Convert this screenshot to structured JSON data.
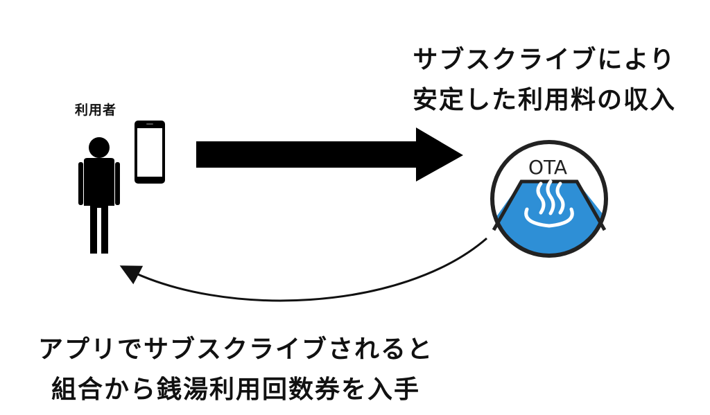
{
  "user": {
    "label": "利用者"
  },
  "headline": {
    "line1": "サブスクライブにより",
    "line2": "安定した利用料の収入"
  },
  "logo": {
    "text": "OTA",
    "colors": {
      "water": "#2e8fd6",
      "outline": "#222222",
      "steam": "#ffffff"
    }
  },
  "caption": {
    "line1": "アプリでサブスクライブされると",
    "line2": "組合から銭湯利用回数券を入手"
  }
}
